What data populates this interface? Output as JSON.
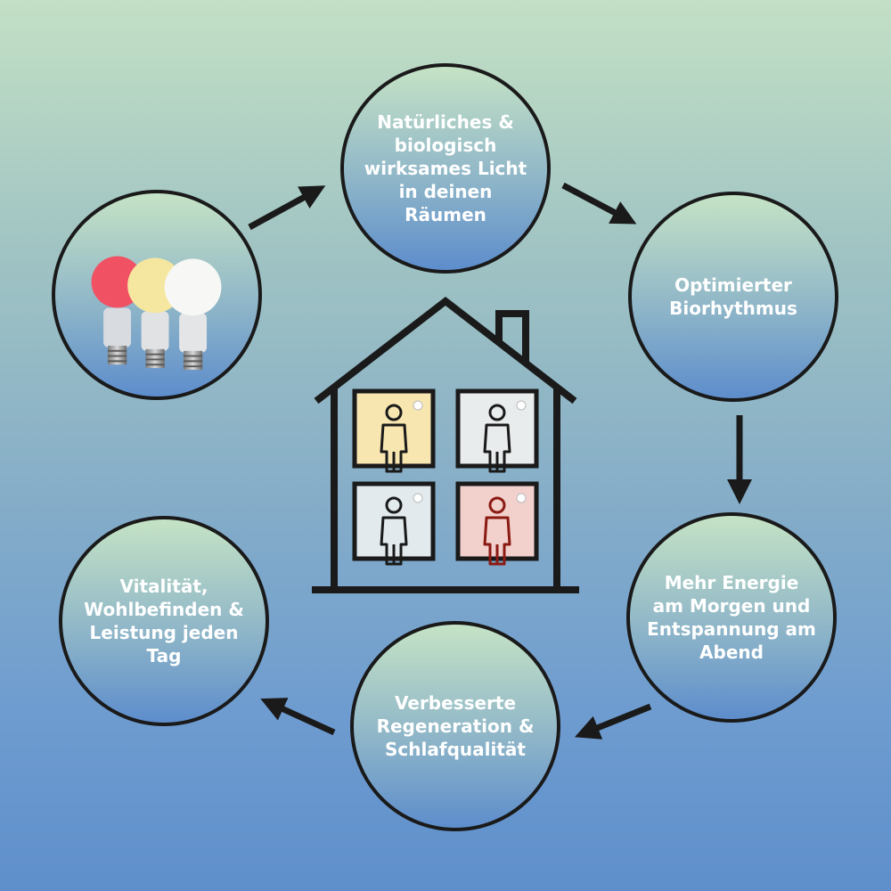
{
  "colors": {
    "outline": "#1a1a1a",
    "room_warm": "#f8e6b0",
    "room_neutral": "#e9ecec",
    "room_cool": "#e2eaee",
    "room_red": "#f2d0cc",
    "person_red": "#8b1a12",
    "bulb_red": "#f05264",
    "bulb_yellow": "#f6e7a0",
    "bulb_white": "#f7f7f5"
  },
  "nodes": {
    "top": "Natürliches &\nbiologisch\nwirksames Licht\nin deinen\nRäumen",
    "right1": "Optimierter\nBiorhythmus",
    "right2": "Mehr Energie\nam Morgen und\nEntspannung am\nAbend",
    "bottom": "Verbesserte\nRegeneration &\nSchlafqualität",
    "left": "Vitalität,\nWohlbefinden &\nLeistung jeden\nTag"
  },
  "icons": {
    "bulbs": "smart-bulbs-icon",
    "house": "house-icon",
    "person": "person-icon"
  }
}
